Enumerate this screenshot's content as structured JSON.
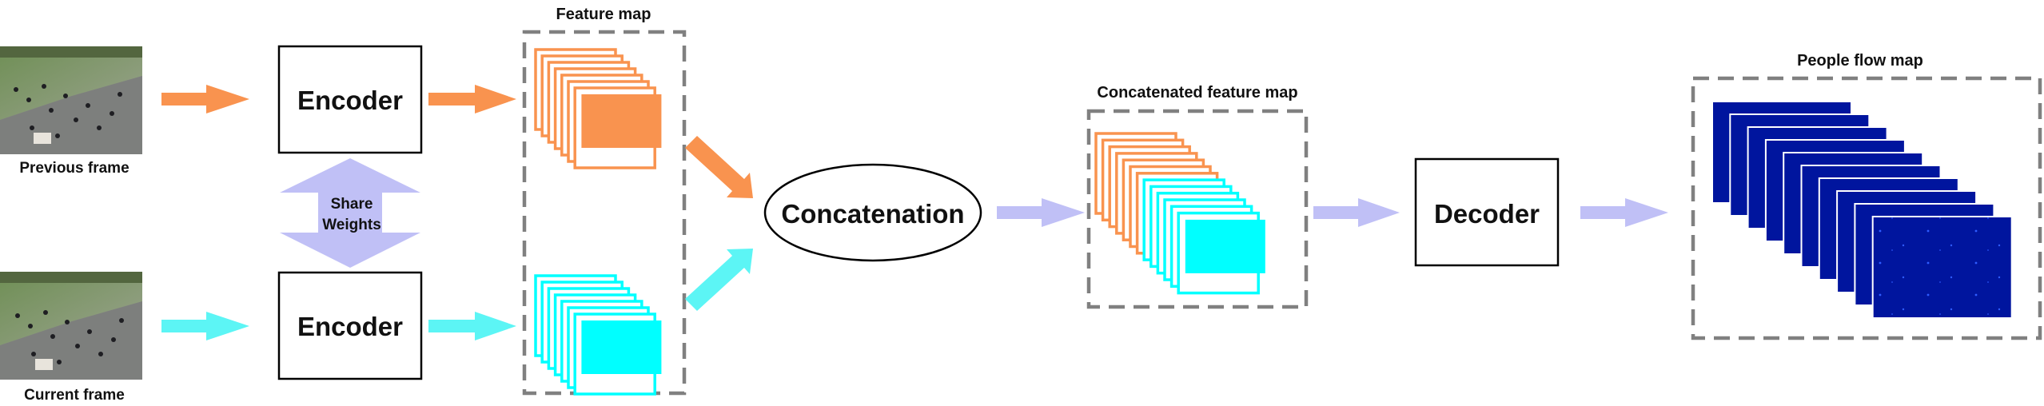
{
  "frames": {
    "previous_label": "Previous frame",
    "current_label": "Current frame"
  },
  "encoders": {
    "top_label": "Encoder",
    "bottom_label": "Encoder"
  },
  "share": {
    "line1": "Share",
    "line2": "Weights"
  },
  "feature_map": {
    "title": "Feature map"
  },
  "concatenation": {
    "label": "Concatenation"
  },
  "concatenated": {
    "title": "Concatenated feature map"
  },
  "decoder": {
    "label": "Decoder"
  },
  "flow": {
    "title": "People flow map"
  },
  "colors": {
    "orange": "#f9934f",
    "cyan": "#00ffff",
    "lavender": "#c0c0f6",
    "navy": "#00159e",
    "dash": "#808080"
  }
}
